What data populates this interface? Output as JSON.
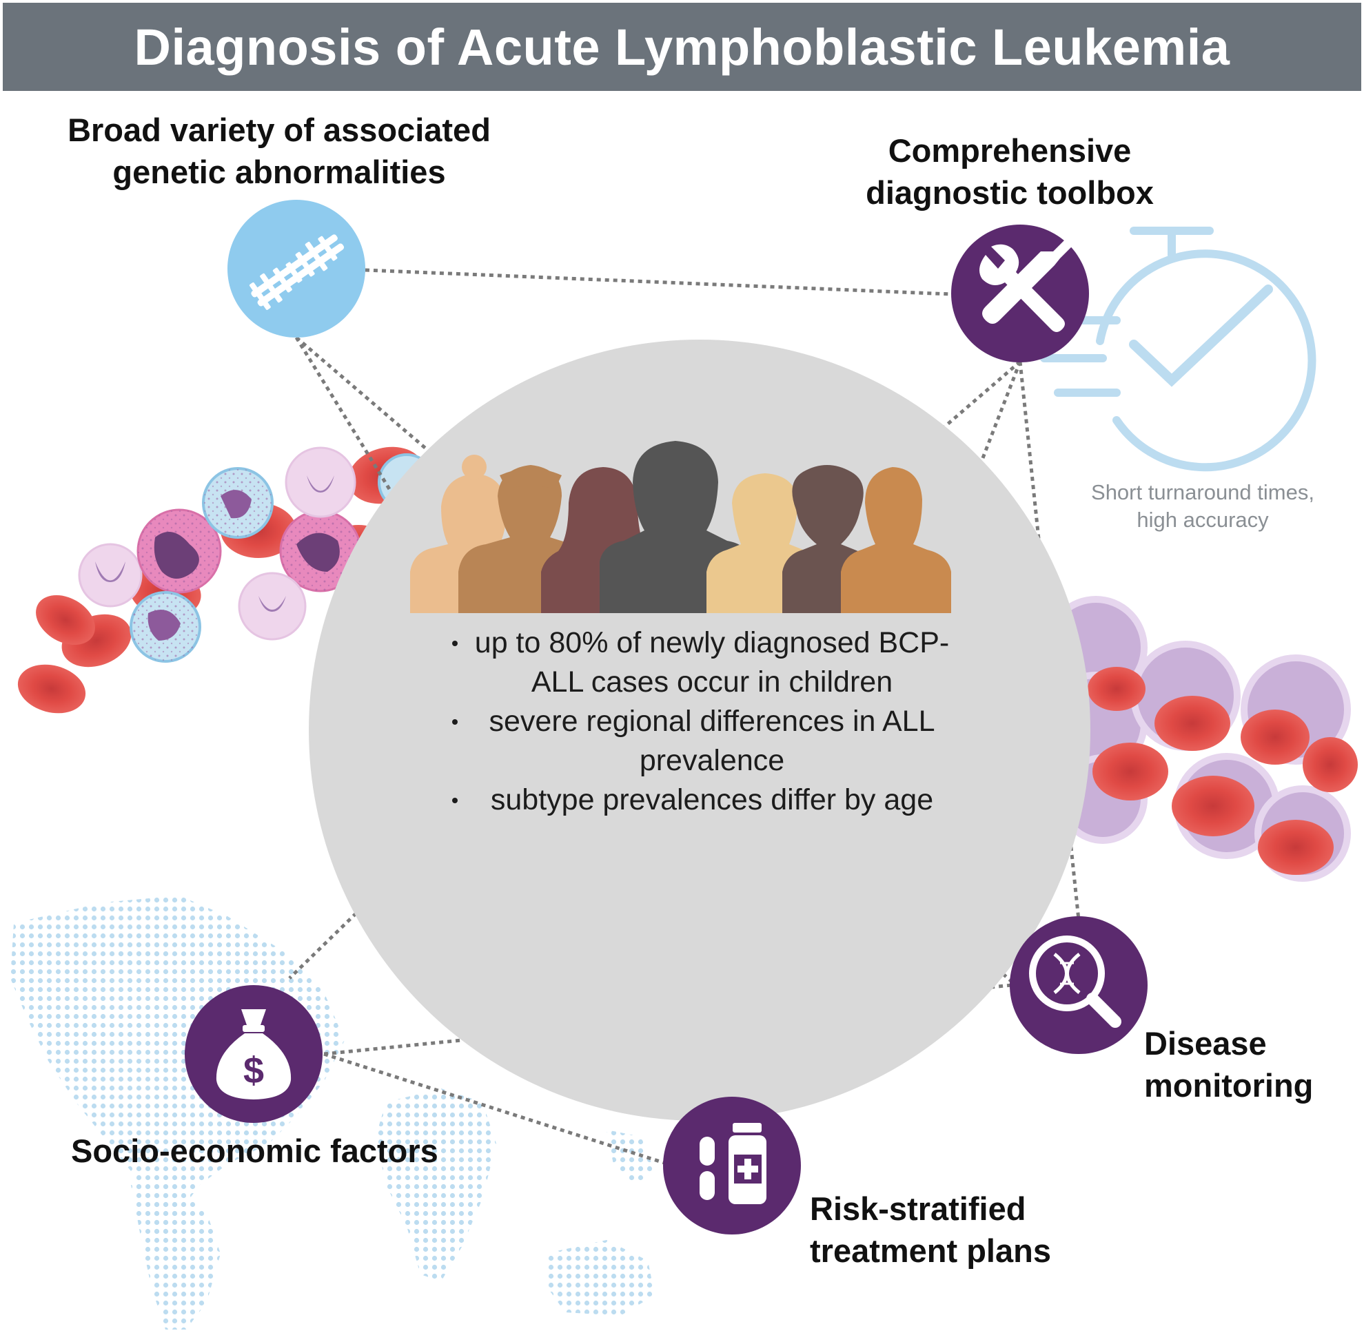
{
  "title": "Diagnosis of Acute Lymphoblastic Leukemia",
  "nodes": {
    "genetic": {
      "line1": "Broad variety of associated",
      "line2": "genetic abnormalities",
      "icon": "dna-icon"
    },
    "toolbox": {
      "line1": "Comprehensive",
      "line2": "diagnostic toolbox",
      "icon": "wrench-screwdriver-icon"
    },
    "turnaround": {
      "line1": "Short turnaround times,",
      "line2": "high accuracy",
      "icon": "stopwatch-check-icon"
    },
    "monitoring": {
      "line1": "Disease",
      "line2": "monitoring",
      "icon": "magnifier-dna-icon"
    },
    "treatment": {
      "line1": "Risk-stratified",
      "line2": "treatment plans",
      "icon": "medicine-bottle-pills-icon"
    },
    "socio": {
      "line1": "Socio-economic factors",
      "icon": "money-bag-icon"
    }
  },
  "center": {
    "bullets": [
      "up to 80% of newly diagnosed BCP-ALL cases occur in children",
      "severe regional differences in ALL prevalence",
      "subtype prevalences differ by age"
    ]
  },
  "colors": {
    "header": "#6b737b",
    "icon_purple": "#5b2a6e",
    "icon_blue": "#8fcbee",
    "center_circle": "#d9d9d9",
    "connector": "#7a7a7a",
    "map_dots": "#bcdcf0",
    "red_cell": "#e0403c"
  }
}
